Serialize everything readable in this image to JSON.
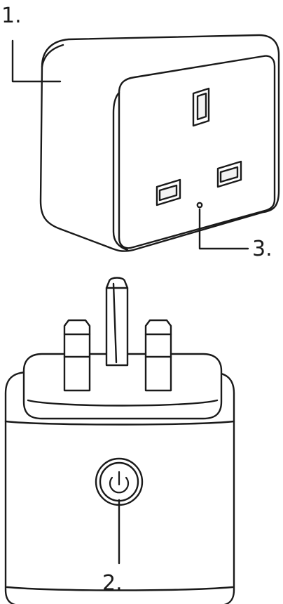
{
  "callouts": [
    {
      "id": "1",
      "text": "1."
    },
    {
      "id": "2",
      "text": "2."
    },
    {
      "id": "3",
      "text": "3."
    }
  ],
  "colors": {
    "stroke": "#1a1a1a",
    "fill": "#ffffff"
  },
  "icons": {
    "power_button": "power-icon"
  }
}
